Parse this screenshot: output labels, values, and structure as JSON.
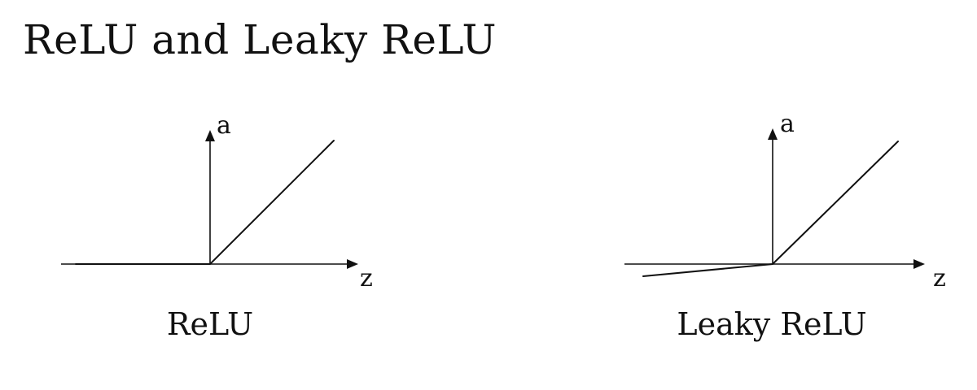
{
  "slide": {
    "title": "ReLU and Leaky ReLU"
  },
  "diagrams": [
    {
      "caption": "ReLU",
      "x_axis_label": "z",
      "y_axis_label": "a"
    },
    {
      "caption": "Leaky ReLU",
      "x_axis_label": "z",
      "y_axis_label": "a"
    }
  ]
}
